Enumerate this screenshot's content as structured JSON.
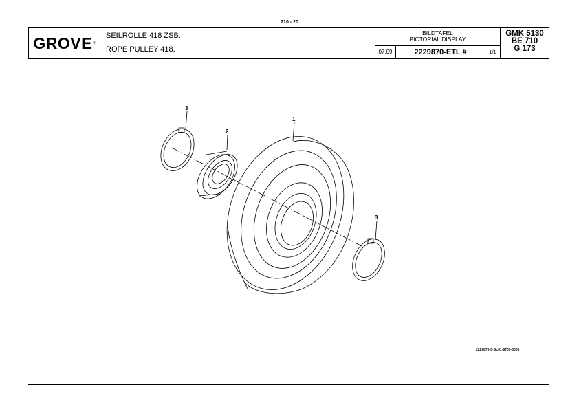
{
  "page_number": "710 - 20",
  "logo": {
    "text": "GROVE",
    "reg": "®"
  },
  "description": {
    "de": "SEILROLLE 418 ZSB.",
    "en": "ROPE PULLEY 418,"
  },
  "pictorial": {
    "de": "BILDTAFEL",
    "en": "PICTORIAL DISPLAY"
  },
  "date": "07.09",
  "part_number": "2229870-ETL #",
  "sheet": "1/1",
  "model": {
    "line1": "GMK 5130",
    "line2": "BE 710",
    "line3": "G 173"
  },
  "callouts": {
    "pulley": "1",
    "bearing": "2",
    "ring_left": "3",
    "ring_right": "3"
  },
  "reference_code": "2229870-0-BL01-0709-0000"
}
